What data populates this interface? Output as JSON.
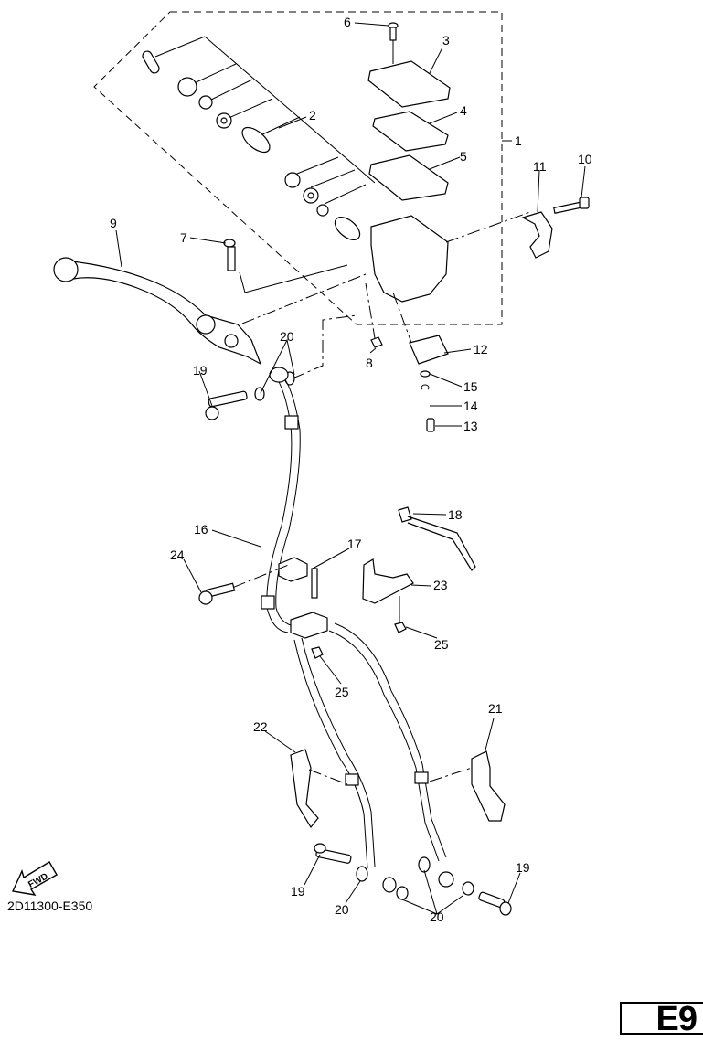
{
  "diagram": {
    "title": "Front Master Cylinder",
    "drawing_code": "2D11300-E350",
    "page_label": "E9",
    "direction_indicator": "FWD",
    "callouts": [
      {
        "num": "1",
        "part": "master cylinder assembly"
      },
      {
        "num": "2",
        "part": "piston kit"
      },
      {
        "num": "3",
        "part": "reservoir cap"
      },
      {
        "num": "4",
        "part": "diaphragm plate"
      },
      {
        "num": "5",
        "part": "diaphragm"
      },
      {
        "num": "6",
        "part": "cap screw"
      },
      {
        "num": "7",
        "part": "lever pivot bolt"
      },
      {
        "num": "8",
        "part": "nut"
      },
      {
        "num": "9",
        "part": "brake lever"
      },
      {
        "num": "10",
        "part": "holder bolt"
      },
      {
        "num": "11",
        "part": "master cylinder holder"
      },
      {
        "num": "12",
        "part": "brake switch"
      },
      {
        "num": "13",
        "part": "screw"
      },
      {
        "num": "14",
        "part": "washer"
      },
      {
        "num": "15",
        "part": "washer"
      },
      {
        "num": "16",
        "part": "brake hose"
      },
      {
        "num": "17",
        "part": "hose joint bracket"
      },
      {
        "num": "18",
        "part": "cable tie"
      },
      {
        "num": "19",
        "part": "union bolt"
      },
      {
        "num": "20",
        "part": "gasket"
      },
      {
        "num": "21",
        "part": "hose holder right"
      },
      {
        "num": "22",
        "part": "hose holder left"
      },
      {
        "num": "23",
        "part": "bracket"
      },
      {
        "num": "24",
        "part": "bolt"
      },
      {
        "num": "25",
        "part": "flange nut"
      }
    ]
  }
}
